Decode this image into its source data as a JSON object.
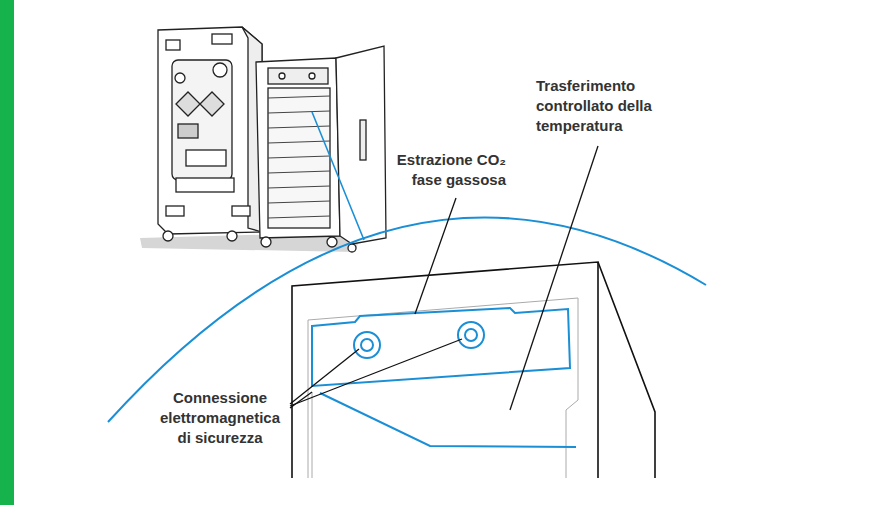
{
  "diagram": {
    "labels": [
      "Trasferimento controllato della temperatura",
      "Estrazione CO₂ fase gassosa",
      "Connessione elettromagnetica di sicurezza"
    ]
  }
}
